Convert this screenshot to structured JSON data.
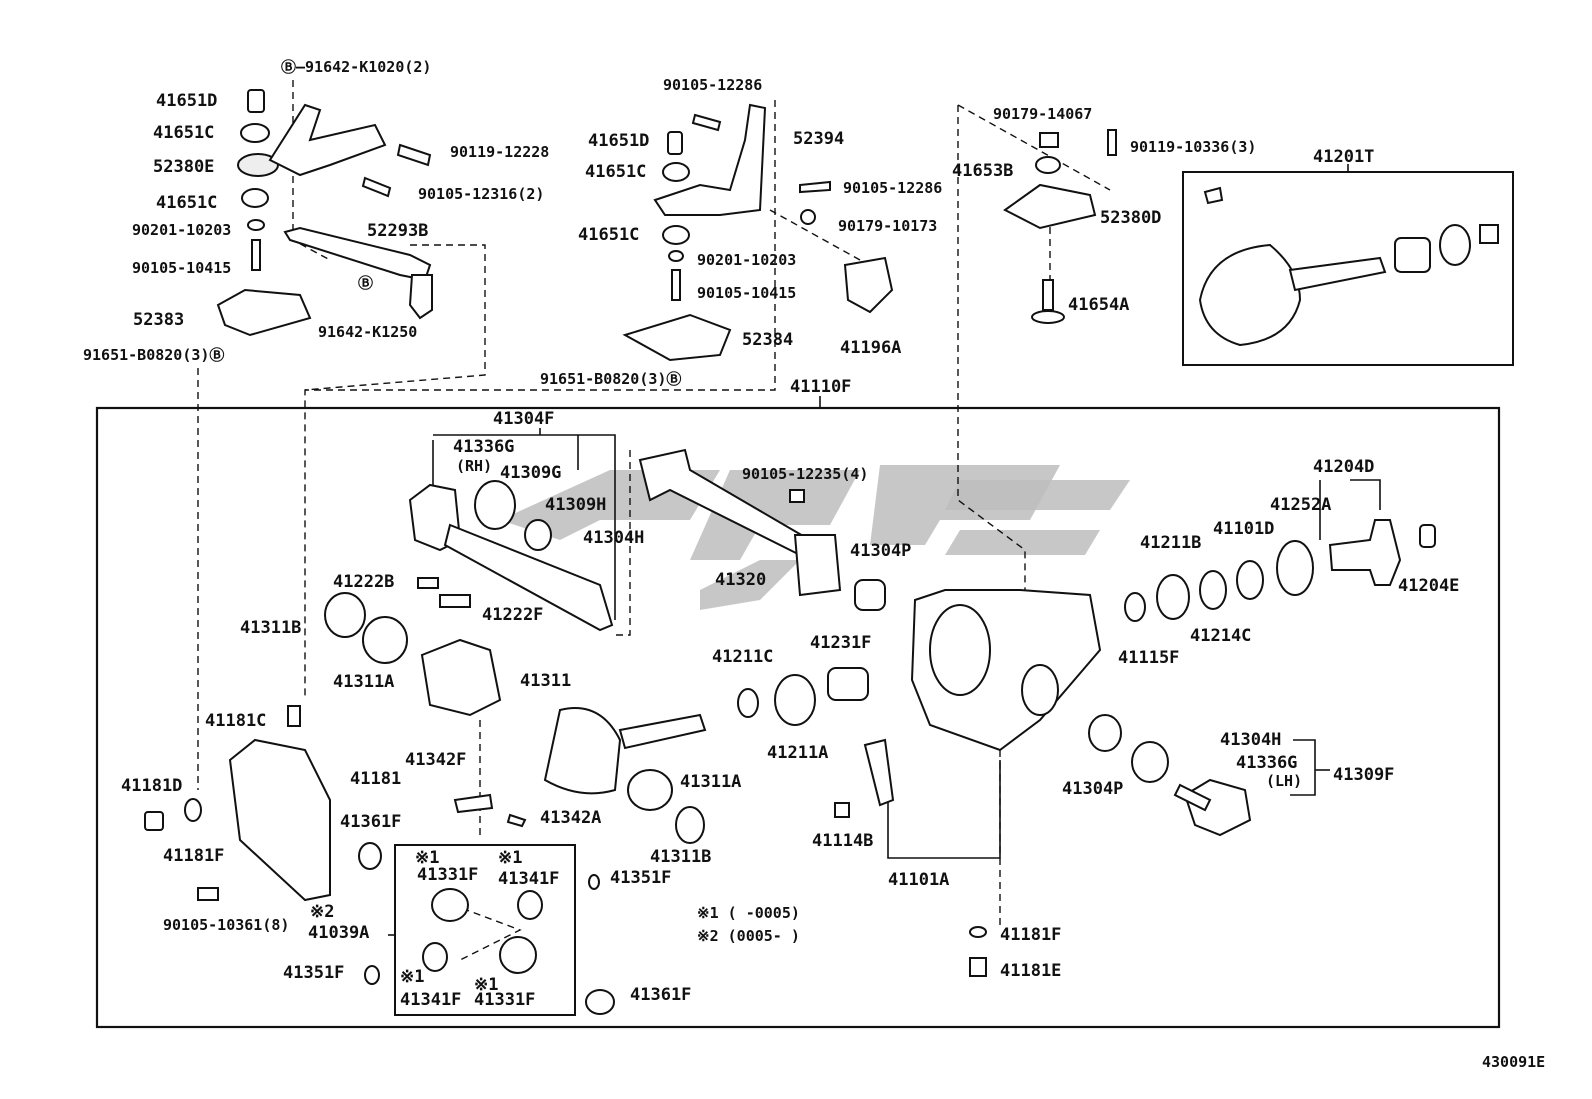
{
  "diagram_code": "430091E",
  "labels": {
    "l_91642k1020": "Ⓑ—91642-K1020(2)",
    "l_41651d_a": "41651D",
    "l_41651c_a": "41651C",
    "l_52380e": "52380E",
    "l_41651c_b": "41651C",
    "l_90119_12228": "90119-12228",
    "l_90105_12316": "90105-12316(2)",
    "l_90201_10203_a": "90201-10203",
    "l_52293b": "52293B",
    "l_90105_10415_a": "90105-10415",
    "l_b_circle": "Ⓑ",
    "l_52383": "52383",
    "l_91642k1250": "91642-K1250",
    "l_91651_b0820_a": "91651-B0820(3)Ⓑ",
    "l_90105_12286_a": "90105-12286",
    "l_41651d_b": "41651D",
    "l_52394": "52394",
    "l_41651c_c": "41651C",
    "l_90105_12286_b": "90105-12286",
    "l_41651c_d": "41651C",
    "l_90179_10173": "90179-10173",
    "l_90201_10203_b": "90201-10203",
    "l_90105_10415_b": "90105-10415",
    "l_41196a": "41196A",
    "l_52384": "52384",
    "l_91651_b0820_b": "91651-B0820(3)Ⓑ",
    "l_90179_14067": "90179-14067",
    "l_90119_10336": "90119-10336(3)",
    "l_41653b": "41653B",
    "l_52380d": "52380D",
    "l_41654a": "41654A",
    "l_41201t": "41201T",
    "l_41110f": "41110F",
    "l_41304f": "41304F",
    "l_41336g_rh": "41336G",
    "l_rh": "(RH)",
    "l_41309g": "41309G",
    "l_41309h": "41309H",
    "l_41304h_a": "41304H",
    "l_90105_12235": "90105-12235(4)",
    "l_41320": "41320",
    "l_41304p_a": "41304P",
    "l_41204d": "41204D",
    "l_41252a": "41252A",
    "l_41211b": "41211B",
    "l_41101d": "41101D",
    "l_41204e": "41204E",
    "l_41115f": "41115F",
    "l_41214c": "41214C",
    "l_41222b": "41222B",
    "l_41222f": "41222F",
    "l_41311b_a": "41311B",
    "l_41311a_a": "41311A",
    "l_41311": "41311",
    "l_41211c": "41211C",
    "l_41231f": "41231F",
    "l_41211a": "41211A",
    "l_41181c": "41181C",
    "l_41181d": "41181D",
    "l_41181": "41181",
    "l_41181f_a": "41181F",
    "l_41342f": "41342F",
    "l_41342a": "41342A",
    "l_41311a_b": "41311A",
    "l_41311b_b": "41311B",
    "l_41361f_a": "41361F",
    "l_41351f_a": "41351F",
    "l_41114b": "41114B",
    "l_41101a": "41101A",
    "l_41304h_b": "41304H",
    "l_41336g_lh": "41336G",
    "l_lh": "(LH)",
    "l_41309f": "41309F",
    "l_41304p_b": "41304P",
    "l_90105_10361": "90105-10361(8)",
    "l_note2_star": "※2",
    "l_41039a": "41039A",
    "l_41351f_b": "41351F",
    "l_star1_a": "※1",
    "l_41331f_a": "41331F",
    "l_star1_b": "※1",
    "l_41341f_a": "41341F",
    "l_star1_c": "※1",
    "l_41341f_b": "41341F",
    "l_star1_d": "※1",
    "l_41331f_b": "41331F",
    "l_41361f_b": "41361F",
    "l_note1": "※1 (      -0005)",
    "l_note2": "※2 (0005-      )",
    "l_41181f_b": "41181F",
    "l_41181e": "41181E"
  }
}
